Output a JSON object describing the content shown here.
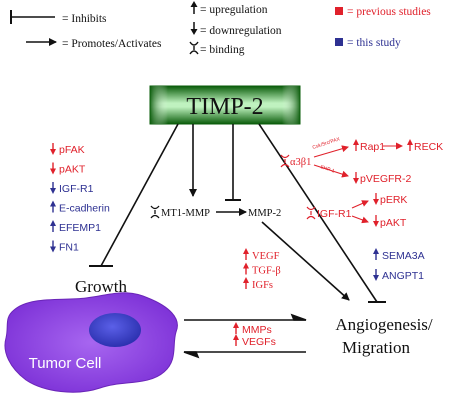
{
  "colors": {
    "red": "#e0212b",
    "blue": "#2e3192",
    "black": "#111111",
    "timp_green_dark": "#0a5c0a",
    "timp_green_light": "#bff2bf",
    "tumor_purple": "#8e3fe0",
    "nucleus_blue": "#3a3fc8"
  },
  "legend": {
    "inhibits": "= Inhibits",
    "promotes": "= Promotes/Activates",
    "upregulation": "= upregulation",
    "downregulation": "= downregulation",
    "binding": "= binding",
    "previous_studies": "= previous studies",
    "this_study": "= this study"
  },
  "nodes": {
    "timp2": "TIMP-2",
    "mt1mmp": "MT1-MMP",
    "mmp2": "MMP-2",
    "growth": "Growth",
    "tumor_cell": "Tumor Cell",
    "angiogenesis_1": "Angiogenesis/",
    "angiogenesis_2": "Migration",
    "a3b1": "α3β1",
    "igfr1_mid": "IGF-R1",
    "rap1": "Rap1",
    "reck": "RECK",
    "pvegfr2": "pVEGFR-2",
    "perk": "pERK",
    "pakt_right": "pAKT",
    "csk_label": "Csk/Src/PAX",
    "shp1_label": "SHP-1"
  },
  "growth_list": [
    {
      "dir": "down",
      "color": "red",
      "label": "pFAK"
    },
    {
      "dir": "down",
      "color": "red",
      "label": "pAKT"
    },
    {
      "dir": "down",
      "color": "blue",
      "label": "IGF-R1"
    },
    {
      "dir": "up",
      "color": "blue",
      "label": "E-cadherin"
    },
    {
      "dir": "up",
      "color": "blue",
      "label": "EFEMP1"
    },
    {
      "dir": "down",
      "color": "blue",
      "label": "FN1"
    }
  ],
  "mmp2_list": [
    {
      "dir": "up",
      "color": "red",
      "label": "VEGF"
    },
    {
      "dir": "up",
      "color": "red",
      "label": "TGF-β"
    },
    {
      "dir": "up",
      "color": "red",
      "label": "IGFs"
    }
  ],
  "angio_list": [
    {
      "dir": "up",
      "color": "blue",
      "label": "SEMA3A"
    },
    {
      "dir": "down",
      "color": "blue",
      "label": "ANGPT1"
    }
  ],
  "tumor_list": [
    {
      "dir": "up",
      "color": "red",
      "label": "MMPs"
    },
    {
      "dir": "up",
      "color": "red",
      "label": "VEGFs"
    }
  ]
}
